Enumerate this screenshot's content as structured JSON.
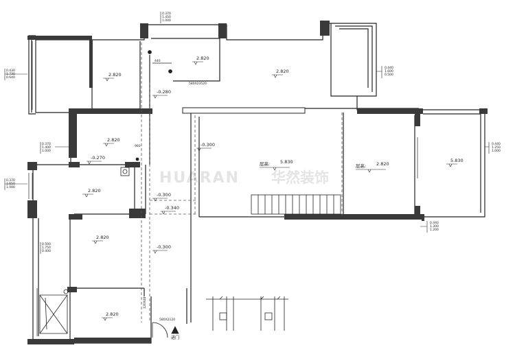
{
  "watermark": {
    "latin": "HUARAN",
    "cjk": "华然装饰"
  },
  "colors": {
    "wall": "#3a3a3a",
    "line": "#222222",
    "dash": "#555555",
    "watermark": "#e4e4e4"
  },
  "rooms": {
    "bedroom_nw": "2.820",
    "bath_top": "2.820",
    "living_top": "2.820",
    "kitchen": "2.820",
    "west_room": "2.820",
    "middle_room": "2.820",
    "entry_room": "2.820",
    "double_height": {
      "prefix": "层高:",
      "value": "5.830"
    },
    "dining": {
      "prefix": "层高:",
      "value": "2.820"
    },
    "balcony_east": "5.830"
  },
  "level_marks": {
    "corridor_top": "-0.280",
    "hall_mid": "-0.300",
    "kitchen_floor": "-0.270",
    "corridor_low": "-0.300",
    "corridor_low2": "-0.340",
    "corridor_bottom": "-0.300"
  },
  "window_notes": {
    "top_center": [
      "0.370",
      "1.450",
      "1.000"
    ],
    "left_top": [
      "0.430",
      "1.730",
      "0.640"
    ],
    "right_top": [
      "0.440",
      "1.600",
      "0.500"
    ],
    "left_mid": [
      "0.370",
      "1.400",
      "1.000"
    ],
    "left_mid2": [
      "0.370",
      "1.650",
      "1.000"
    ],
    "right_mid": [
      "0.440",
      "1.250",
      "1.000"
    ],
    "right_bottom": [
      "0.440",
      "1.300",
      "1.200"
    ],
    "left_bottom": [
      "0.500",
      "1.750",
      "0.400"
    ]
  },
  "small_dims": {
    "bath_door": "440",
    "bath_size": "580X23520",
    "kitchen_window": "960",
    "entry_door": "580X2120",
    "entry_side": "120X48"
  },
  "entrance": {
    "label": "进门"
  }
}
